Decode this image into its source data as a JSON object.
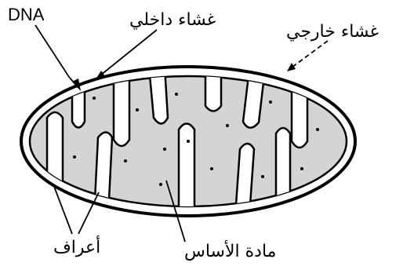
{
  "labels": {
    "dna": "DNA",
    "inner_membrane": "غشاء داخلي",
    "outer_membrane": "غشاء خارجي",
    "cristae": "أعراف",
    "matrix": "مادة الأساس"
  },
  "colors": {
    "ink": "#000000",
    "matrix_fill": "#d4d4d4",
    "background": "#ffffff"
  }
}
